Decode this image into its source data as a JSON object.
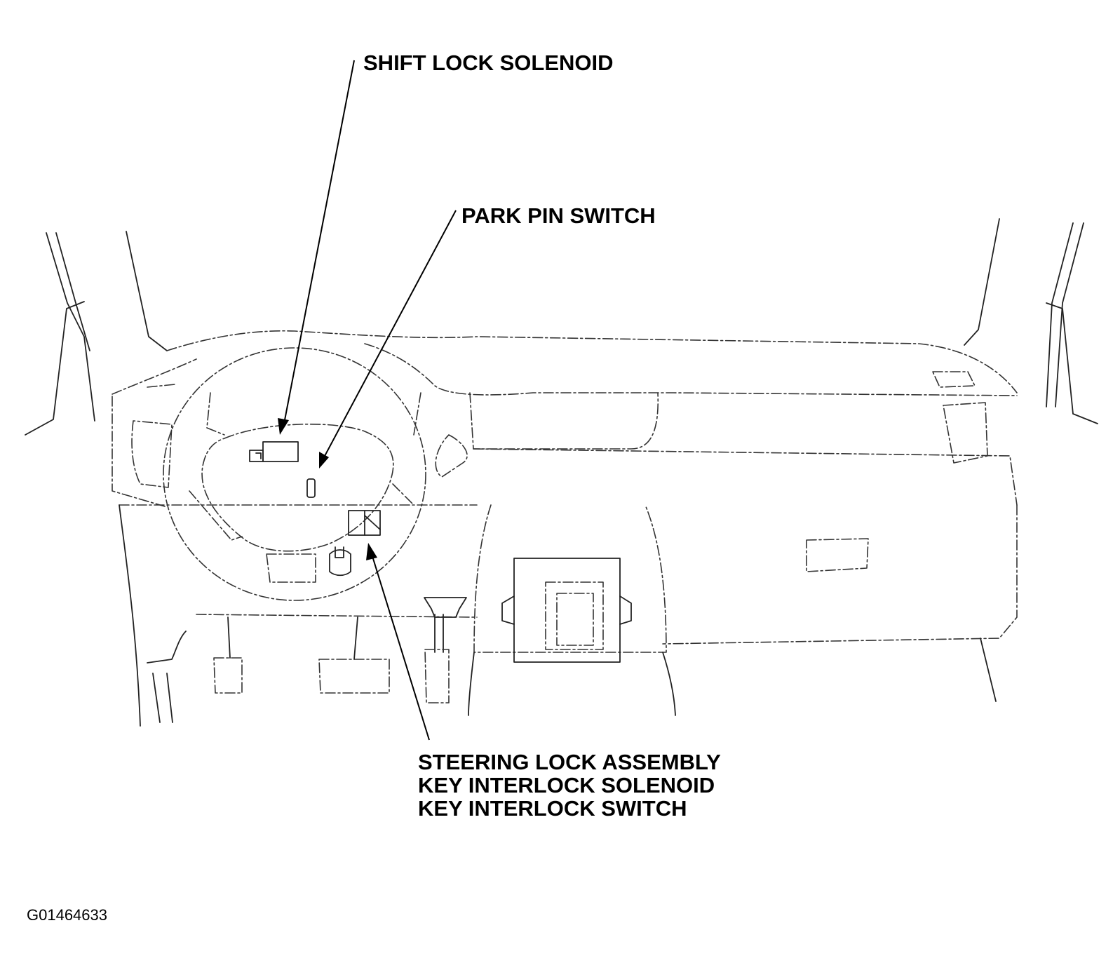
{
  "callouts": {
    "shift_lock_solenoid": "SHIFT LOCK SOLENOID",
    "park_pin_switch": "PARK PIN SWITCH",
    "steering_lock_lines": [
      "STEERING LOCK ASSEMBLY",
      "KEY INTERLOCK SOLENOID",
      "KEY INTERLOCK SWITCH"
    ]
  },
  "figure_id": "G01464633"
}
